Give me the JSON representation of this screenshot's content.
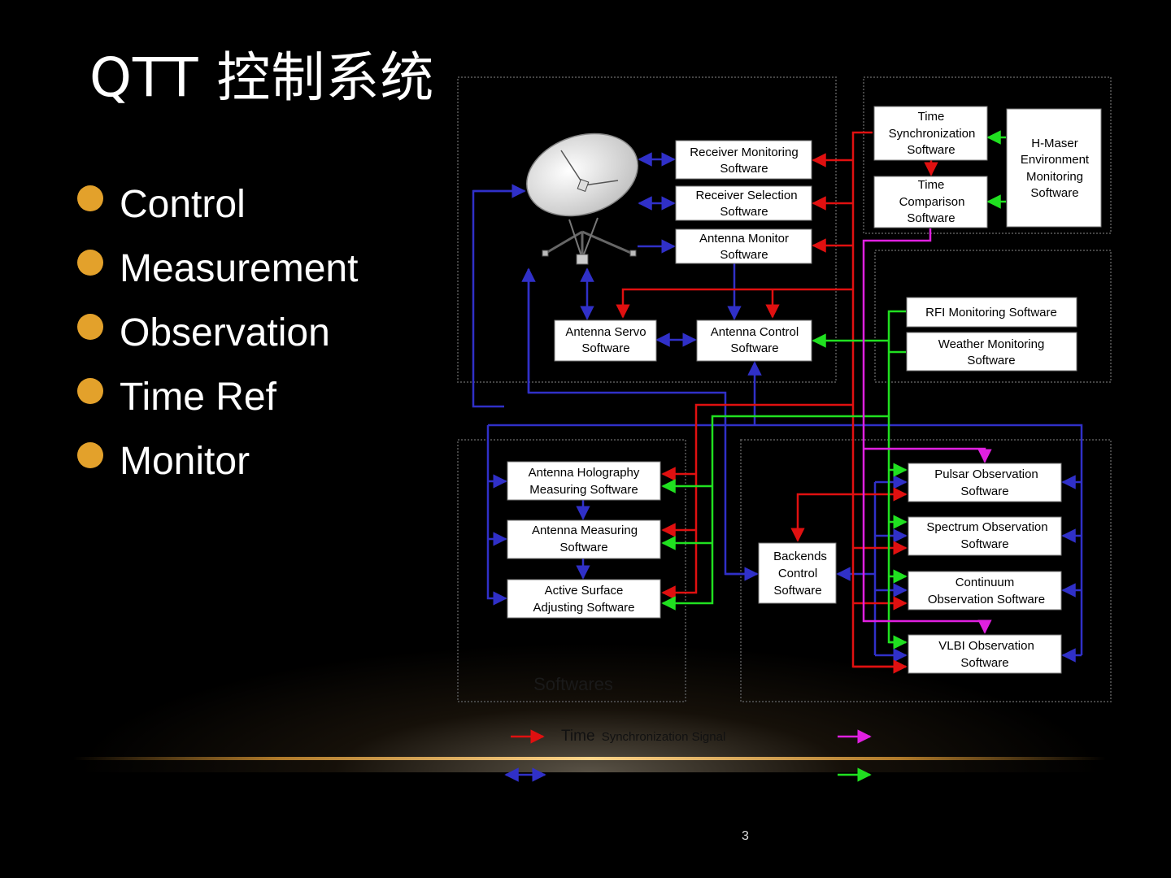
{
  "slide": {
    "title": "QTT 控制系统",
    "bullets": [
      "Control",
      "Measurement",
      "Observation",
      "Time Ref",
      "Monitor"
    ],
    "page_number": "3"
  },
  "diagram": {
    "colors": {
      "time_signal": "#e01010",
      "control": "#3030c8",
      "magenta": "#e020e0",
      "monitor": "#20e020",
      "bullet": "#e3a12b"
    },
    "boxes": {
      "receiver_monitoring": [
        "Receiver Monitoring",
        "Software"
      ],
      "receiver_selection": [
        "Receiver Selection",
        "Software"
      ],
      "antenna_monitor": [
        "Antenna Monitor",
        "Software"
      ],
      "antenna_servo": [
        "Antenna Servo",
        "Software"
      ],
      "antenna_control": [
        "Antenna Control",
        "Software"
      ],
      "time_sync": [
        "Time",
        "Synchronization",
        "Software"
      ],
      "time_comparison": [
        "Time",
        "Comparison",
        "Software"
      ],
      "hmaser": [
        "H-Maser",
        "Environment",
        "Monitoring",
        "Software"
      ],
      "rfi": [
        "RFI Monitoring Software"
      ],
      "weather": [
        "Weather Monitoring",
        "Software"
      ],
      "holography": [
        "Antenna Holography",
        "Measuring Software"
      ],
      "antenna_measuring": [
        "Antenna Measuring",
        "Software"
      ],
      "active_surface": [
        "Active Surface",
        "Adjusting Software"
      ],
      "backends": [
        "Backends",
        "Control",
        "Software"
      ],
      "pulsar": [
        "Pulsar Observation",
        "Software"
      ],
      "spectrum": [
        "Spectrum Observation",
        "Software"
      ],
      "continuum": [
        "Continuum",
        "Observation Software"
      ],
      "vlbi": [
        "VLBI Observation",
        "Software"
      ]
    },
    "group_label": "Softwares",
    "legend": {
      "time_sync_word": "Time",
      "time_sync_rest": "Synchronization Signal"
    }
  }
}
